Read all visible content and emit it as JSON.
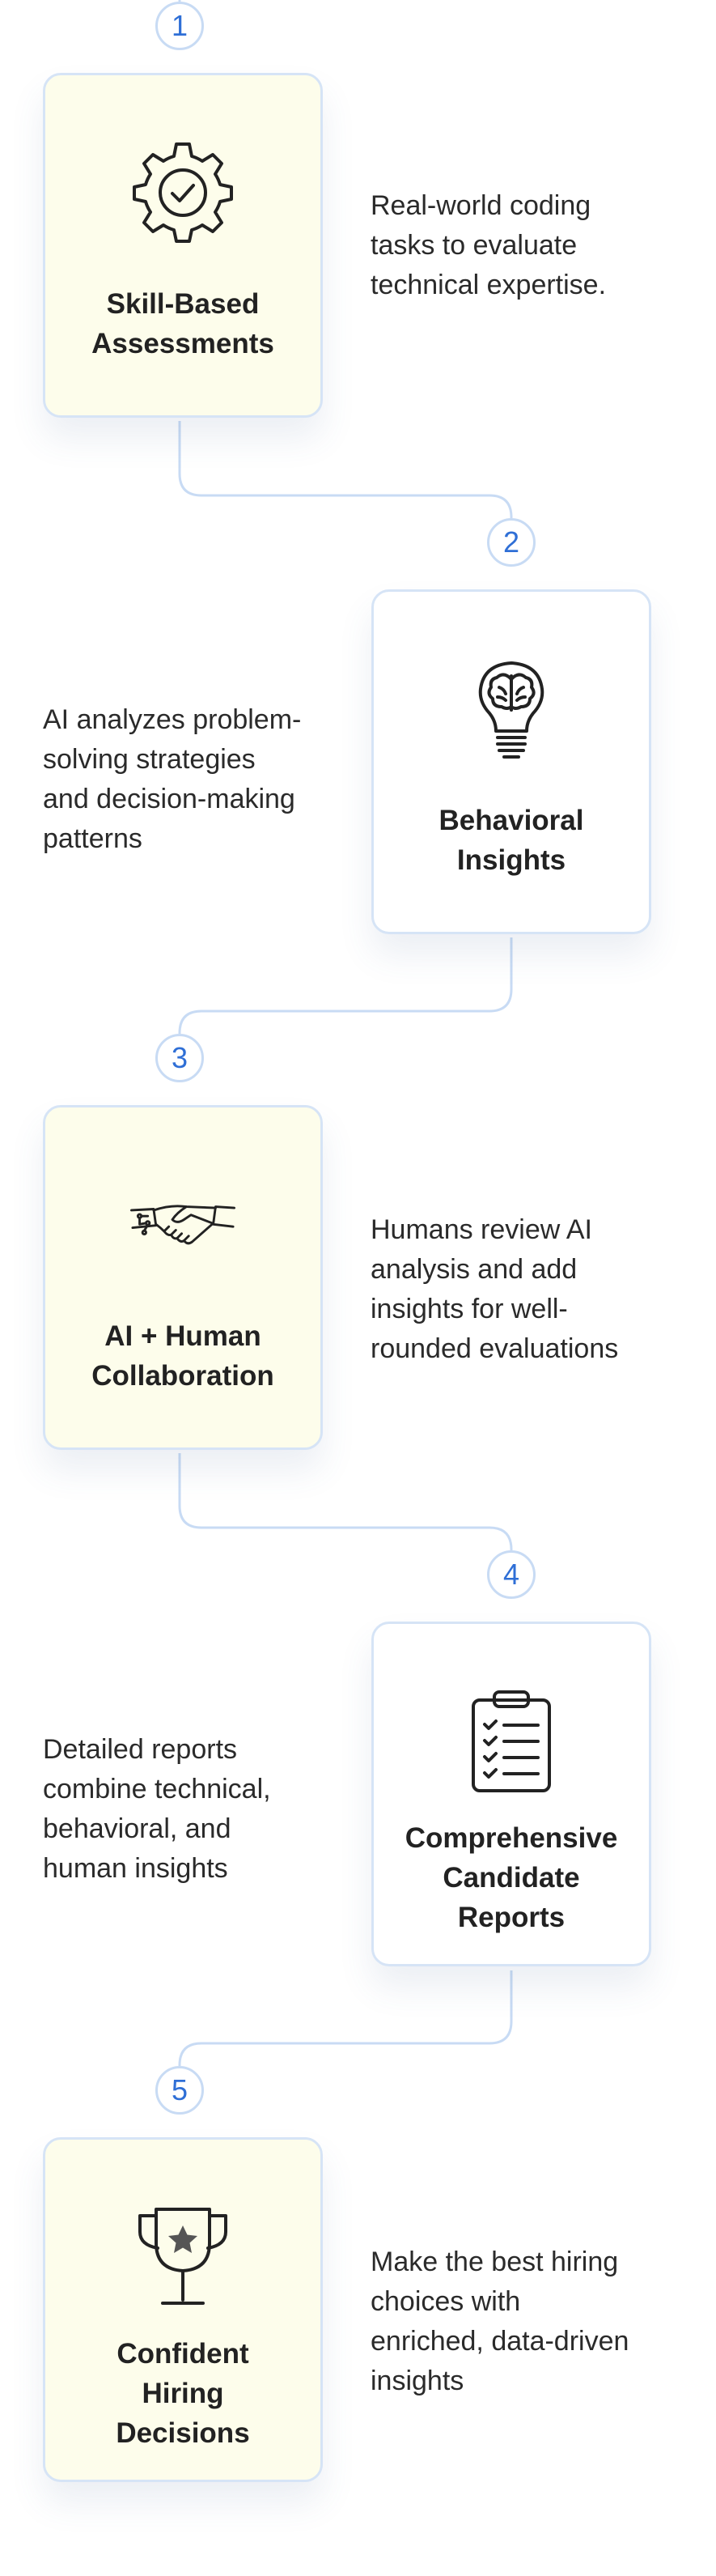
{
  "colors": {
    "badge_text": "#2f6fd6",
    "badge_border": "#c8dbf4",
    "card_border": "#d6e4f6",
    "card_yellow": "#fdfdeb",
    "card_white": "#ffffff",
    "connector": "#c8dbf4"
  },
  "steps": [
    {
      "number": "1",
      "icon": "gear-check-icon",
      "title": "Skill-Based\nAssessments",
      "description": "Real-world coding\ntasks to evaluate\ntechnical expertise."
    },
    {
      "number": "2",
      "icon": "lightbulb-brain-icon",
      "title": "Behavioral\nInsights",
      "description": "AI analyzes problem-\nsolving strategies\nand decision-making\npatterns"
    },
    {
      "number": "3",
      "icon": "handshake-icon",
      "title": "AI + Human\nCollaboration",
      "description": "Humans review AI\nanalysis and add\ninsights for well-\nrounded evaluations"
    },
    {
      "number": "4",
      "icon": "clipboard-list-icon",
      "title": "Comprehensive\nCandidate\nReports",
      "description": "Detailed reports\ncombine technical,\nbehavioral, and\nhuman insights"
    },
    {
      "number": "5",
      "icon": "trophy-star-icon",
      "title": "Confident\nHiring\nDecisions",
      "description": "Make the best hiring\nchoices with\nenriched, data-driven\ninsights"
    }
  ]
}
